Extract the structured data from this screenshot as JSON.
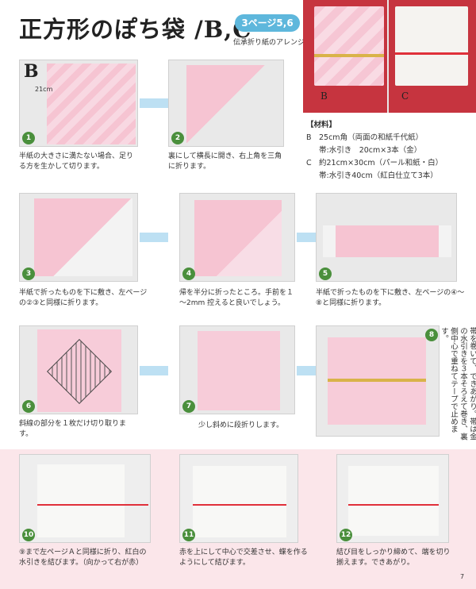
{
  "header": {
    "title": "正方形のぽち袋 /B,C",
    "page_ref": "3ページ5,6",
    "subtitle": "伝承折り紙のアレンジ"
  },
  "hero": {
    "label_b": "B",
    "label_c": "C"
  },
  "materials": {
    "heading": "【材料】",
    "rows": [
      {
        "key": "B",
        "text": "25cm角（両面の和紙千代紙）"
      },
      {
        "key": "",
        "text": "帯:水引き　20cm×3本（金）"
      },
      {
        "key": "C",
        "text": "約21cm×30cm（パール和紙・白）"
      },
      {
        "key": "",
        "text": "帯:水引き40cm（紅白仕立て3本）"
      }
    ]
  },
  "sections": {
    "b": "B",
    "c": "C"
  },
  "dimension": "21cm",
  "steps": [
    {
      "num": "1",
      "caption": "半紙の大きさに満たない場合、足りる方を生かして切ります。"
    },
    {
      "num": "2",
      "caption": "裏にして横長に開き、右上角を三角に折ります。"
    },
    {
      "num": "3",
      "caption": "半紙で折ったものを下に敷き、左ページの②③と同様に折ります。"
    },
    {
      "num": "4",
      "caption": "帰を半分に折ったところ。手前を１～2mm 控えると良いでしょう。"
    },
    {
      "num": "5",
      "caption": "半紙で折ったものを下に敷き、左ページの④～⑧と同様に折ります。"
    },
    {
      "num": "6",
      "caption": "斜線の部分を１枚だけ切り取ります。"
    },
    {
      "num": "7",
      "caption": "少し斜めに段折りします。"
    },
    {
      "num": "8",
      "caption": ""
    },
    {
      "num": "10",
      "caption": "⑨まで左ページＡと同様に折り、紅白の水引きを結びます。（向かって右が赤）"
    },
    {
      "num": "11",
      "caption": "赤を上にして中心で交差させ、蝶を作るようにして結びます。"
    },
    {
      "num": "12",
      "caption": "結び目をしっかり締めて、端を切り揃えます。できあがり。"
    }
  ],
  "step8_note": "帯を巻いて、できあがり。帯は金の水引きを３本そろえて巻き、裏側中心で重ねてテープで止めます。",
  "page_number": "7",
  "colors": {
    "accent_blue": "#5eb7dc",
    "step_green": "#4a8f3c",
    "band_pink": "#fbe6ea",
    "hero_red": "#c6343f",
    "paper_pink": "#f2b7c9"
  }
}
